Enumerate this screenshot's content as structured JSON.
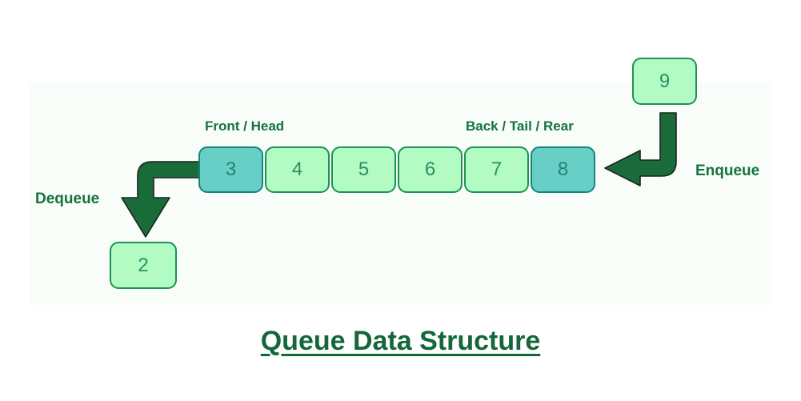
{
  "title": "Queue Data Structure",
  "labels": {
    "front": "Front / Head",
    "back": "Back / Tail / Rear",
    "dequeue": "Dequeue",
    "enqueue": "Enqueue"
  },
  "queue": {
    "items": [
      {
        "value": "3",
        "variant": "teal-front"
      },
      {
        "value": "4",
        "variant": "green"
      },
      {
        "value": "5",
        "variant": "green"
      },
      {
        "value": "6",
        "variant": "green"
      },
      {
        "value": "7",
        "variant": "green"
      },
      {
        "value": "8",
        "variant": "teal-rear"
      }
    ]
  },
  "enqueue_item": {
    "value": "9"
  },
  "dequeue_item": {
    "value": "2"
  },
  "colors": {
    "panel_bg": "#f8fdf9",
    "cell_green_fill": "#b2fbc2",
    "cell_green_border": "#1f9155",
    "cell_teal_fill": "#68cfc7",
    "cell_teal_border": "#13867c",
    "number_green": "#2e8f63",
    "number_teal": "#237f78",
    "arrow_fill": "#1a6b3a",
    "arrow_stroke": "#1d231e",
    "label_text": "#15713f",
    "title_text": "#14673a"
  }
}
